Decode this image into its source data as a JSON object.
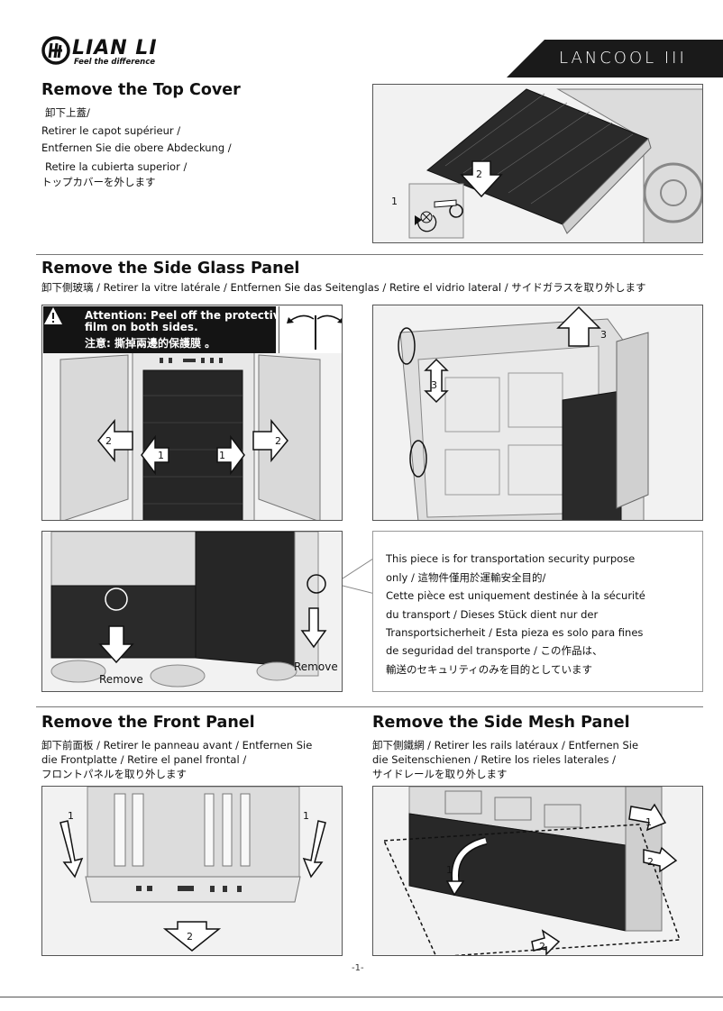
{
  "brand": {
    "name": "LIAN LI",
    "tagline": "Feel the difference",
    "model": "LANCOOL III"
  },
  "sections": {
    "top_cover": {
      "title": "Remove the Top Cover",
      "lines": [
        "卸下上蓋/",
        "Retirer le capot supérieur /",
        "Entfernen Sie die obere Abdeckung /",
        "Retire la cubierta superior /",
        "トップカバーを外します"
      ]
    },
    "side_glass": {
      "title": "Remove the Side Glass Panel",
      "subtitle": "卸下側玻璃 / Retirer la vitre latérale / Entfernen Sie das Seitenglas / Retire el vidrio lateral / サイドガラスを取り外します",
      "attention_line1": "Attention: Peel off the protective",
      "attention_line2": "film on both sides.",
      "attention_zh": "注意: 撕掉兩邊的保護膜 。"
    },
    "transport_note": {
      "lines": [
        "This piece is for transportation security purpose",
        "only / 這物件僅用於運輸安全目的/",
        "Cette pièce est uniquement destinée à la sécurité",
        "du transport / Dieses Stück dient nur der",
        "Transportsicherheit / Esta pieza es solo para fines",
        "de seguridad del transporte / この作品は、",
        "輸送のセキュリティのみを目的としています"
      ],
      "remove_label": "Remove"
    },
    "front_panel": {
      "title": "Remove the Front Panel",
      "lines": [
        "卸下前面板 / Retirer le panneau avant / Entfernen Sie",
        " die Frontplatte / Retire el panel frontal /",
        "フロントパネルを取り外します"
      ]
    },
    "side_mesh": {
      "title": "Remove the Side Mesh Panel",
      "lines": [
        "卸下側鐵網  / Retirer les rails latéraux  / Entfernen Sie",
        "die Seitenschienen / Retire los rieles laterales /",
        "サイドレールを取り外します"
      ]
    }
  },
  "step_numbers": {
    "one": "1",
    "two": "2",
    "three": "3"
  },
  "page": "-1-"
}
